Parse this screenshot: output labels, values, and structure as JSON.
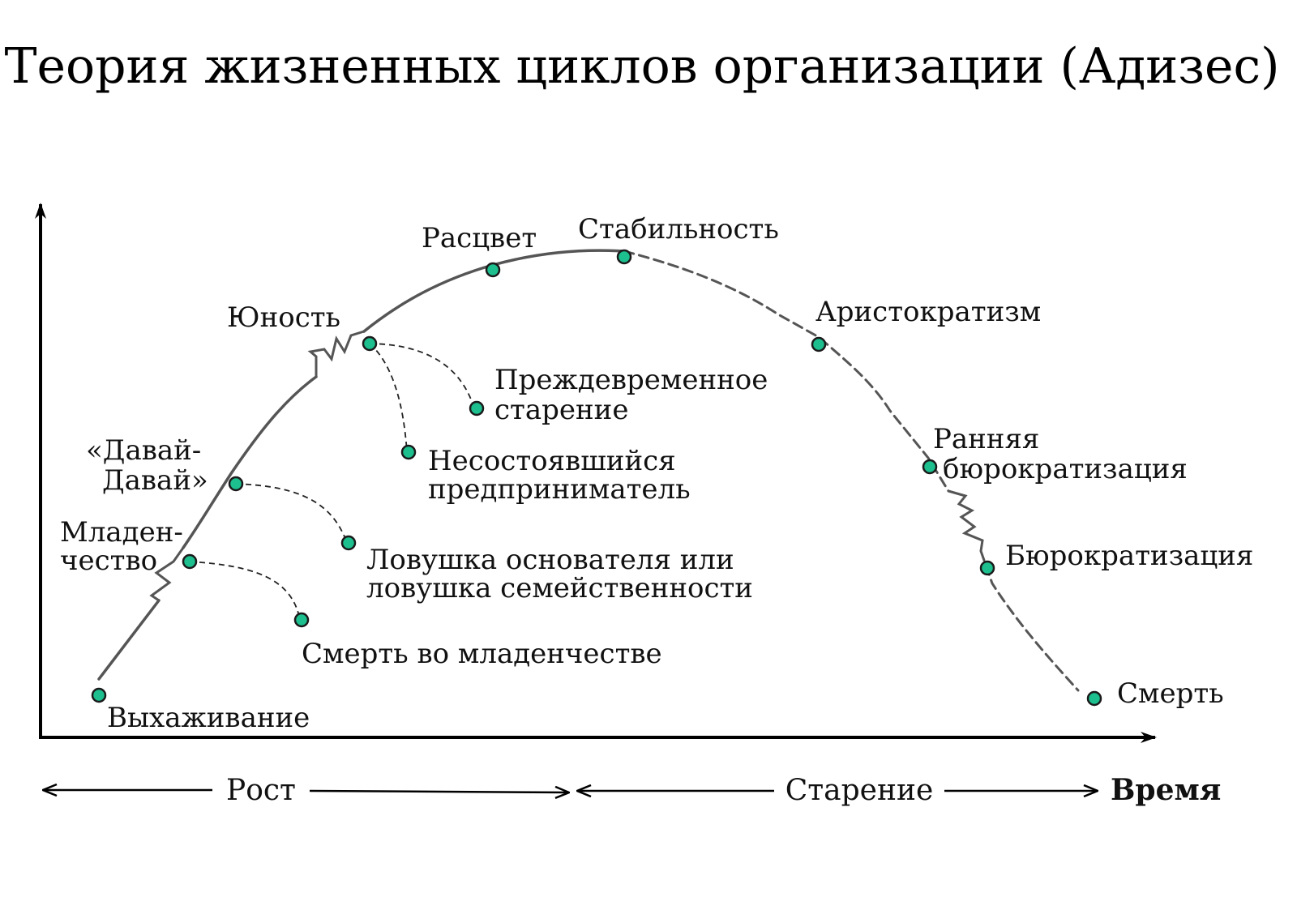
{
  "title": "Теория жизненных циклов организации (Адизес)",
  "colors": {
    "node_fill": "#1dbf8f",
    "node_stroke": "#1a1a1a",
    "curve": "#555555",
    "axis": "#000000"
  },
  "stages": {
    "courtship": "Выхаживание",
    "infancy_l1": "Младен-",
    "infancy_l2": "чество",
    "gogo_l1": "«Давай-",
    "gogo_l2": "Давай»",
    "adolescence": "Юность",
    "prime": "Расцвет",
    "stability": "Стабильность",
    "aristocracy": "Аристократизм",
    "early_bureaucracy_l1": "Ранняя",
    "early_bureaucracy_l2": "бюрократизация",
    "bureaucracy": "Бюрократизация",
    "death": "Смерть"
  },
  "traps": {
    "infant_mortality": "Смерть во младенчестве",
    "founder_trap_l1": "Ловушка основателя или",
    "founder_trap_l2": "ловушка семейственности",
    "failed_entrepreneur_l1": "Несостоявшийся",
    "failed_entrepreneur_l2": "предприниматель",
    "premature_aging_l1": "Преждевременное",
    "premature_aging_l2": "старение"
  },
  "axis": {
    "growth": "Рост",
    "aging": "Старение",
    "time": "Время"
  }
}
